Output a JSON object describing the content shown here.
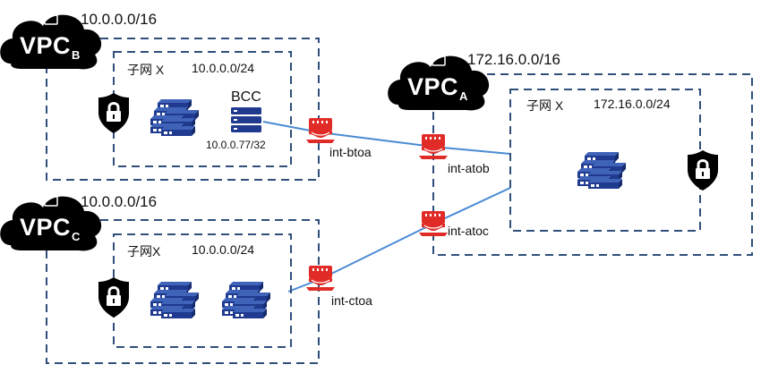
{
  "colors": {
    "dash": "#2f4f7a",
    "line": "#4a8ad4",
    "cloud": "#000000",
    "server": "#1f3a8f",
    "router": "#e02b27"
  },
  "vpc_b": {
    "vpc": "VPC",
    "suffix": "B",
    "cidr": "10.0.0.0/16",
    "subnet_label": "子网 X",
    "subnet_cidr": "10.0.0.0/24",
    "bcc_label": "BCC",
    "bcc_ip": "10.0.0.77/32"
  },
  "vpc_a": {
    "vpc": "VPC",
    "suffix": "A",
    "cidr": "172.16.0.0/16",
    "subnet_label": "子网 X",
    "subnet_cidr": "172.16.0.0/24"
  },
  "vpc_c": {
    "vpc": "VPC",
    "suffix": "C",
    "cidr": "10.0.0.0/16",
    "subnet_label": "子网X",
    "subnet_cidr": "10.0.0.0/24"
  },
  "interfaces": {
    "int_btoa": "int-btoa",
    "int_atob": "int-atob",
    "int_atoc": "int-atoc",
    "int_ctoa": "int-ctoa"
  },
  "icons": [
    "cloud-icon",
    "security-group-icon",
    "server-cluster-icon",
    "bcc-server-icon",
    "router-icon"
  ]
}
